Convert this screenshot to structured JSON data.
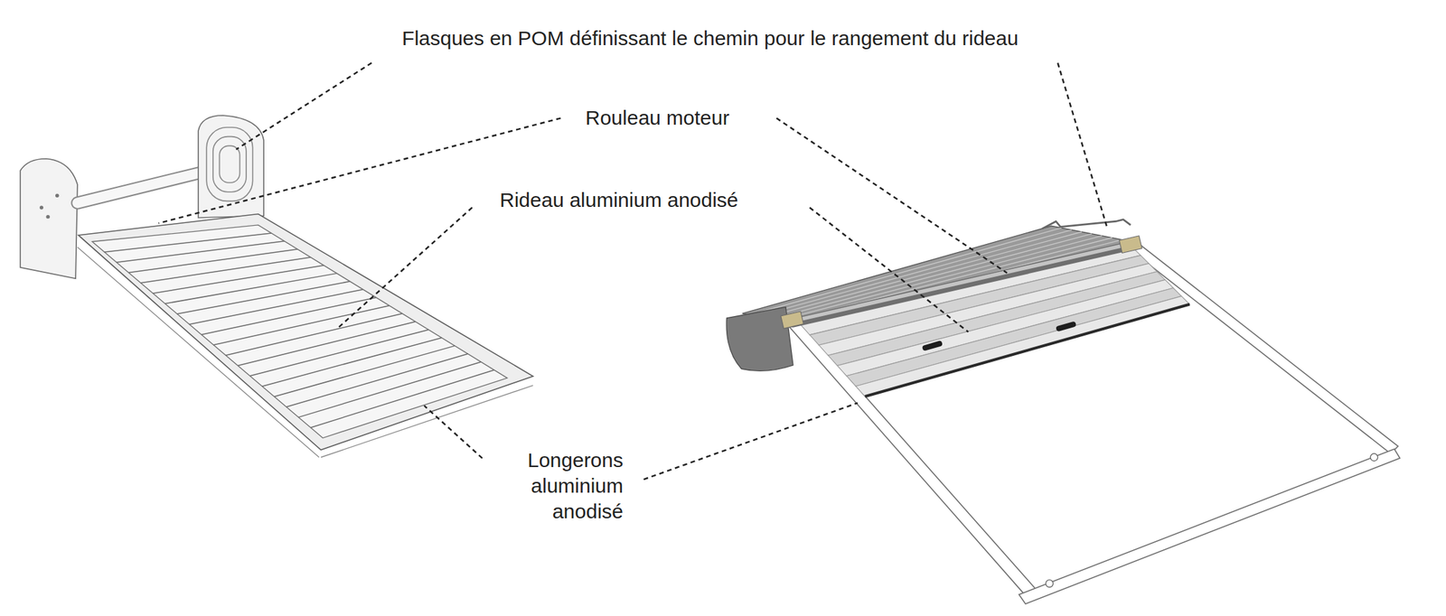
{
  "diagram": {
    "labels": [
      "Flasques en POM définissant le chemin pour le rangement du rideau",
      "Rouleau moteur",
      "Rideau aluminium anodisé",
      "Longerons aluminium anodisé"
    ]
  }
}
